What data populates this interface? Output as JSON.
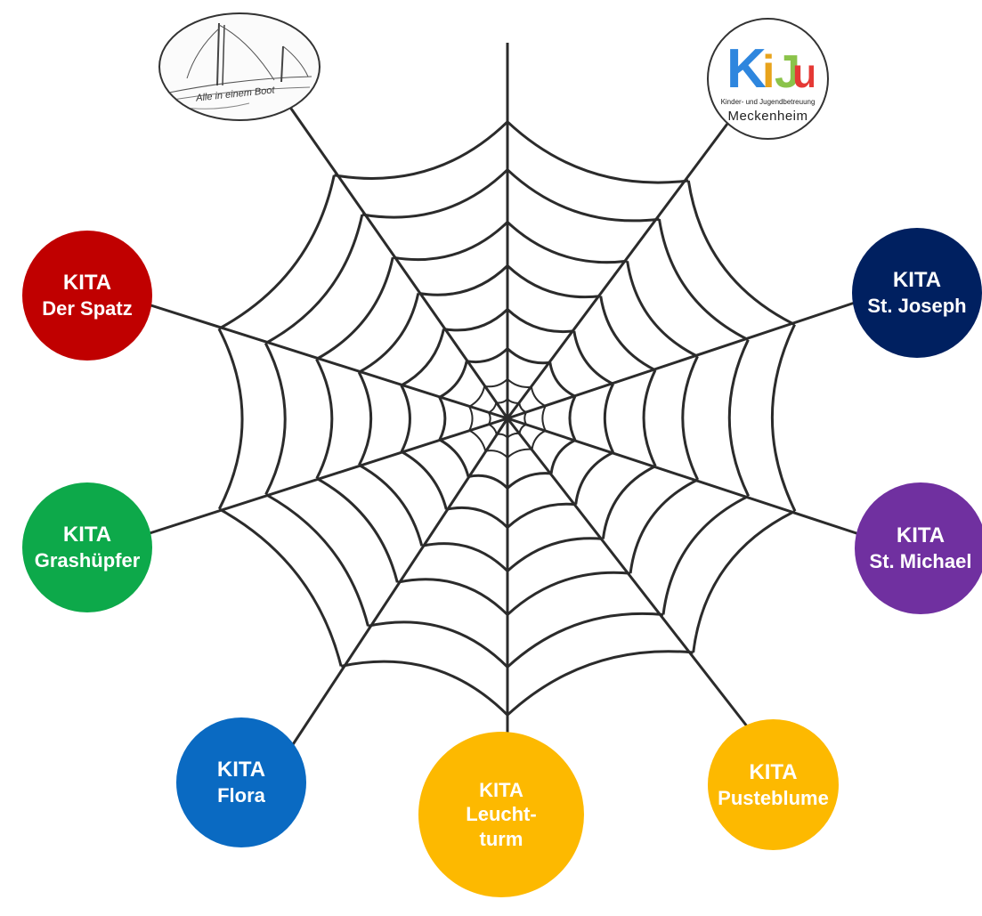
{
  "nodes": [
    {
      "key": "spatz",
      "line1": "KITA",
      "line2": "Der Spatz",
      "color": "#c00000"
    },
    {
      "key": "gras",
      "line1": "KITA",
      "line2": "Grashüpfer",
      "color": "#0da94a"
    },
    {
      "key": "flora",
      "line1": "KITA",
      "line2": "Flora",
      "color": "#0a6ac2"
    },
    {
      "key": "leucht",
      "line1": "KITA",
      "line2": "Leucht-",
      "line3": "turm",
      "color": "#fdb900"
    },
    {
      "key": "puste",
      "line1": "KITA",
      "line2": "Pusteblume",
      "color": "#fdb900"
    },
    {
      "key": "michael",
      "line1": "KITA",
      "line2": "St. Michael",
      "color": "#7030a0"
    },
    {
      "key": "joseph",
      "line1": "KITA",
      "line2": "St. Joseph",
      "color": "#002060"
    }
  ],
  "logos": {
    "boot": {
      "text": "Alle in einem Boot"
    },
    "kiju": {
      "word": "KiJu",
      "subtitle": "Kinder- und Jugendbetreuung",
      "city": "Meckenheim"
    }
  }
}
